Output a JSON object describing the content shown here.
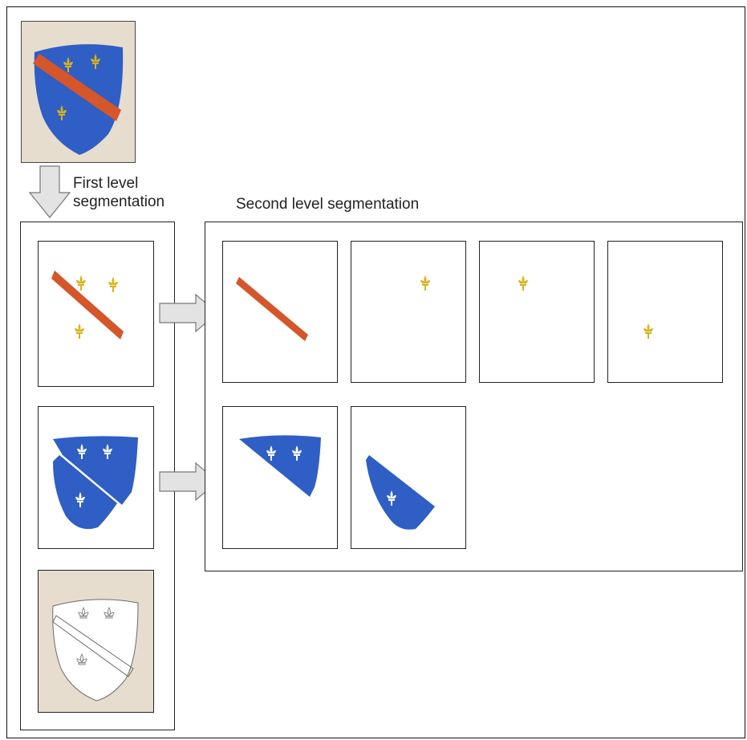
{
  "labels": {
    "first_level_line1": "First level",
    "first_level_line2": "segmentation",
    "second_level": "Second level segmentation"
  },
  "colors": {
    "parchment": "#e6ddcf",
    "shield_blue": "#2f5ec4",
    "bend_orange": "#d4562a",
    "fleur_gold": "#d8b21a",
    "arrow_fill": "#e3e3e3",
    "arrow_stroke": "#777777"
  },
  "icons": {
    "original": "shield-icon",
    "fleur": "fleur-de-lis-icon",
    "arrow": "arrow-icon"
  }
}
